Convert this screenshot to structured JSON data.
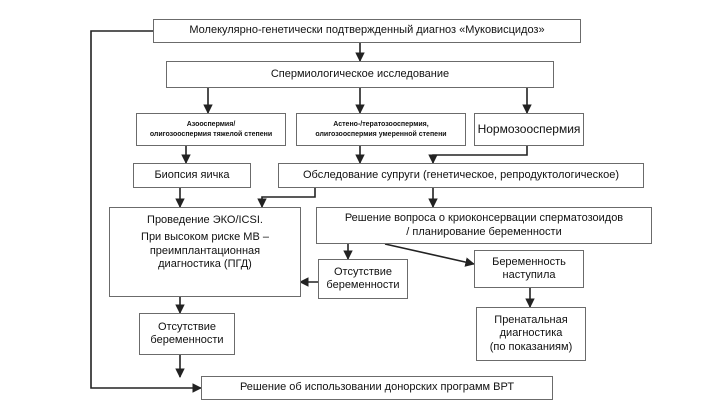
{
  "nodes": {
    "diagnosis": {
      "lines": [
        "Молекулярно-генетически подтвержденный диагноз «Муковисцидоз»"
      ]
    },
    "spermatology": {
      "lines": [
        "Спермиологическое исследование"
      ]
    },
    "azoospermia": {
      "lines": [
        "Азооспермия/",
        "олигозооспермия тяжелой степени"
      ]
    },
    "astheno": {
      "lines": [
        "Астено-/тератозооспермия,",
        "олигозооспермия умеренной степени"
      ]
    },
    "normo": {
      "lines": [
        "Нормозооспермия"
      ]
    },
    "biopsy": {
      "lines": [
        "Биопсия яичка"
      ]
    },
    "spouse_exam": {
      "lines": [
        "Обследование супруги (генетическое, репродуктологическое)"
      ]
    },
    "ivf": {
      "lines": [
        "Проведение ЭКО/ICSI.",
        "При высоком риске МВ –",
        "преимплантационная",
        "диагностика (ПГД)"
      ]
    },
    "cryo": {
      "lines": [
        "Решение вопроса о криоконсервации сперматозоидов",
        "/ планирование беременности"
      ]
    },
    "no_preg_mid": {
      "lines": [
        "Отсутствие",
        "беременности"
      ]
    },
    "preg_occurred": {
      "lines": [
        "Беременность",
        "наступила"
      ]
    },
    "no_preg_left": {
      "lines": [
        "Отсутствие",
        "беременности"
      ]
    },
    "prenatal": {
      "lines": [
        "Пренатальная",
        "диагностика",
        "(по показаниям)"
      ]
    },
    "donor": {
      "lines": [
        "Решение об использовании донорских программ ВРТ"
      ]
    }
  },
  "colors": {
    "line": "#222222",
    "border": "#6b6b6b"
  }
}
